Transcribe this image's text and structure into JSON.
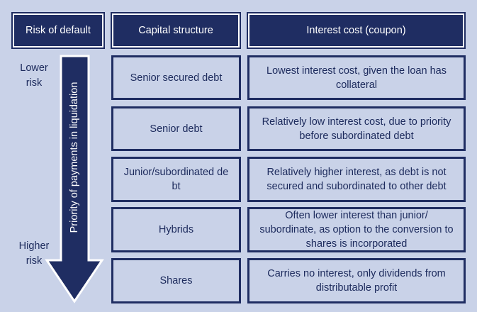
{
  "headers": {
    "risk": "Risk of default",
    "capital": "Capital structure",
    "interest": "Interest cost (coupon)"
  },
  "risk_labels": {
    "lower": "Lower risk",
    "higher": "Higher risk"
  },
  "arrow_label": "Priority of payments in liquidation",
  "rows": [
    {
      "capital": "Senior secured debt",
      "interest": "Lowest interest cost, given the loan has collateral"
    },
    {
      "capital": "Senior debt",
      "interest": "Relatively low interest cost, due to priority before subordinated debt"
    },
    {
      "capital": "Junior/subordinated debt",
      "interest": "Relatively higher interest, as debt is not secured and subordinated to other debt"
    },
    {
      "capital": "Hybrids",
      "interest": "Often lower interest than junior/ subordinate, as option to the conversion to shares is incorporated"
    },
    {
      "capital": "Shares",
      "interest": "Carries no interest, only dividends from distributable profit"
    }
  ],
  "colors": {
    "navy": "#1f2d62",
    "background": "#c9d2e8",
    "text": "#1c2a5c"
  }
}
